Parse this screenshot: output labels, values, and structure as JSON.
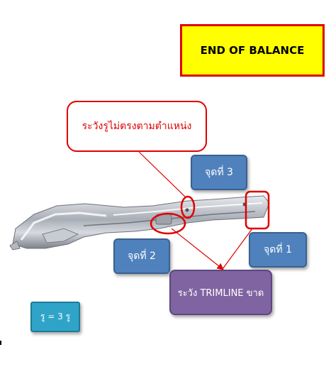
{
  "title_box": {
    "label": "END OF BALANCE"
  },
  "callout_warning": {
    "label": "ระวังรูไม่ตรงตามตำแหน่ง"
  },
  "points": {
    "p1": {
      "label": "จุดที่ 1"
    },
    "p2": {
      "label": "จุดที่ 2"
    },
    "p3": {
      "label": "จุดที่ 3"
    }
  },
  "callout_trimline": {
    "label": "ระวัง TRIMLINE ขาด"
  },
  "legend_box": {
    "label": "รู = 3 รู"
  },
  "colors": {
    "title_fill": "#ffff00",
    "title_border": "#e00000",
    "warning_red": "#e00000",
    "point_blue": "#4f81bd",
    "trimline_purple": "#8064a2",
    "legend_teal": "#2fa4c8"
  }
}
